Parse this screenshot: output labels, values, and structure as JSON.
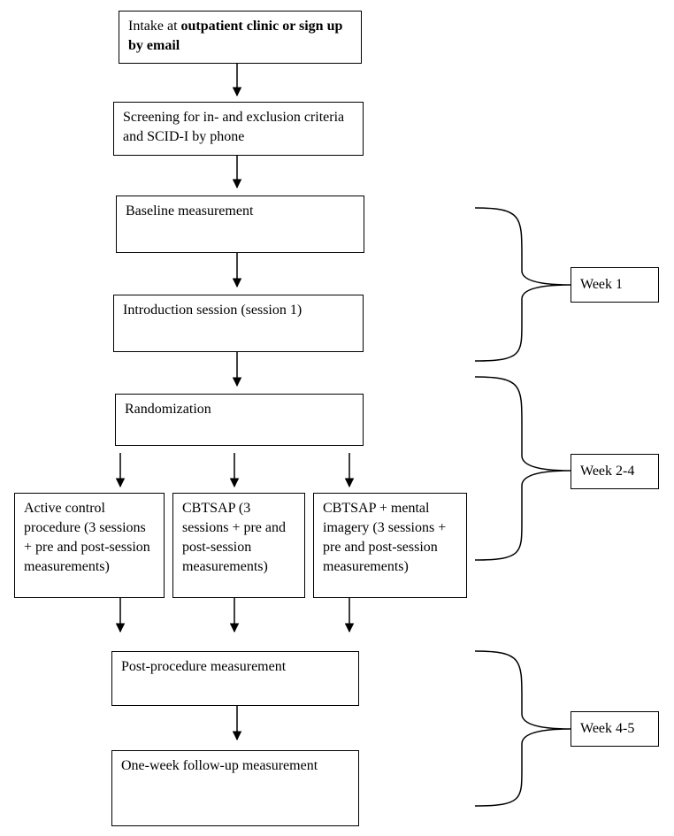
{
  "boxes": {
    "intake_prefix": "Intake at ",
    "intake_bold": "outpatient clinic or sign up by email",
    "screening": "Screening for in- and exclusion criteria and SCID-I by phone",
    "baseline": "Baseline measurement",
    "introduction": "Introduction session (session 1)",
    "randomization": "Randomization",
    "active_control": "Active control procedure (3 sessions + pre and post-session measurements)",
    "cbtsap": "CBTSAP (3 sessions + pre and post-session measurements)",
    "cbtsap_imagery": "CBTSAP + mental imagery (3 sessions + pre and post-session measurements)",
    "post_procedure": "Post-procedure measurement",
    "follow_up": "One-week follow-up measurement"
  },
  "weeks": {
    "week1": "Week 1",
    "week2_4": "Week 2-4",
    "week4_5": "Week 4-5"
  }
}
